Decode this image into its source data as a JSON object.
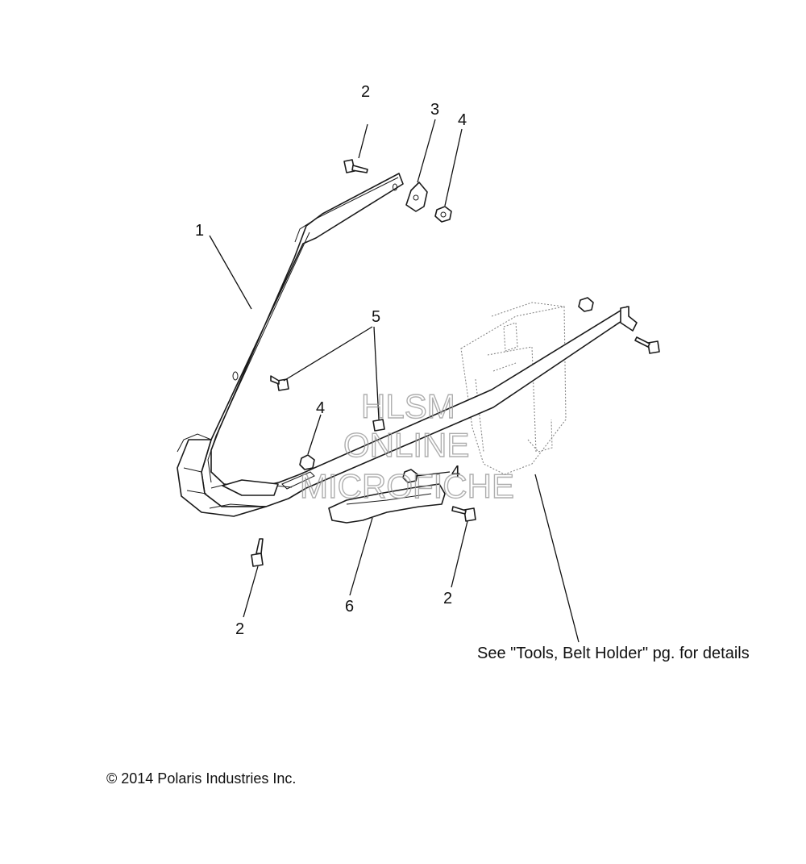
{
  "callouts": [
    "1",
    "2",
    "3",
    "4",
    "5",
    "6"
  ],
  "note": "See \"Tools, Belt Holder\" pg. for details",
  "copyright": "© 2014 Polaris Industries Inc.",
  "watermark": [
    "HLSM",
    "ONLINE",
    "MICROFICHE"
  ]
}
